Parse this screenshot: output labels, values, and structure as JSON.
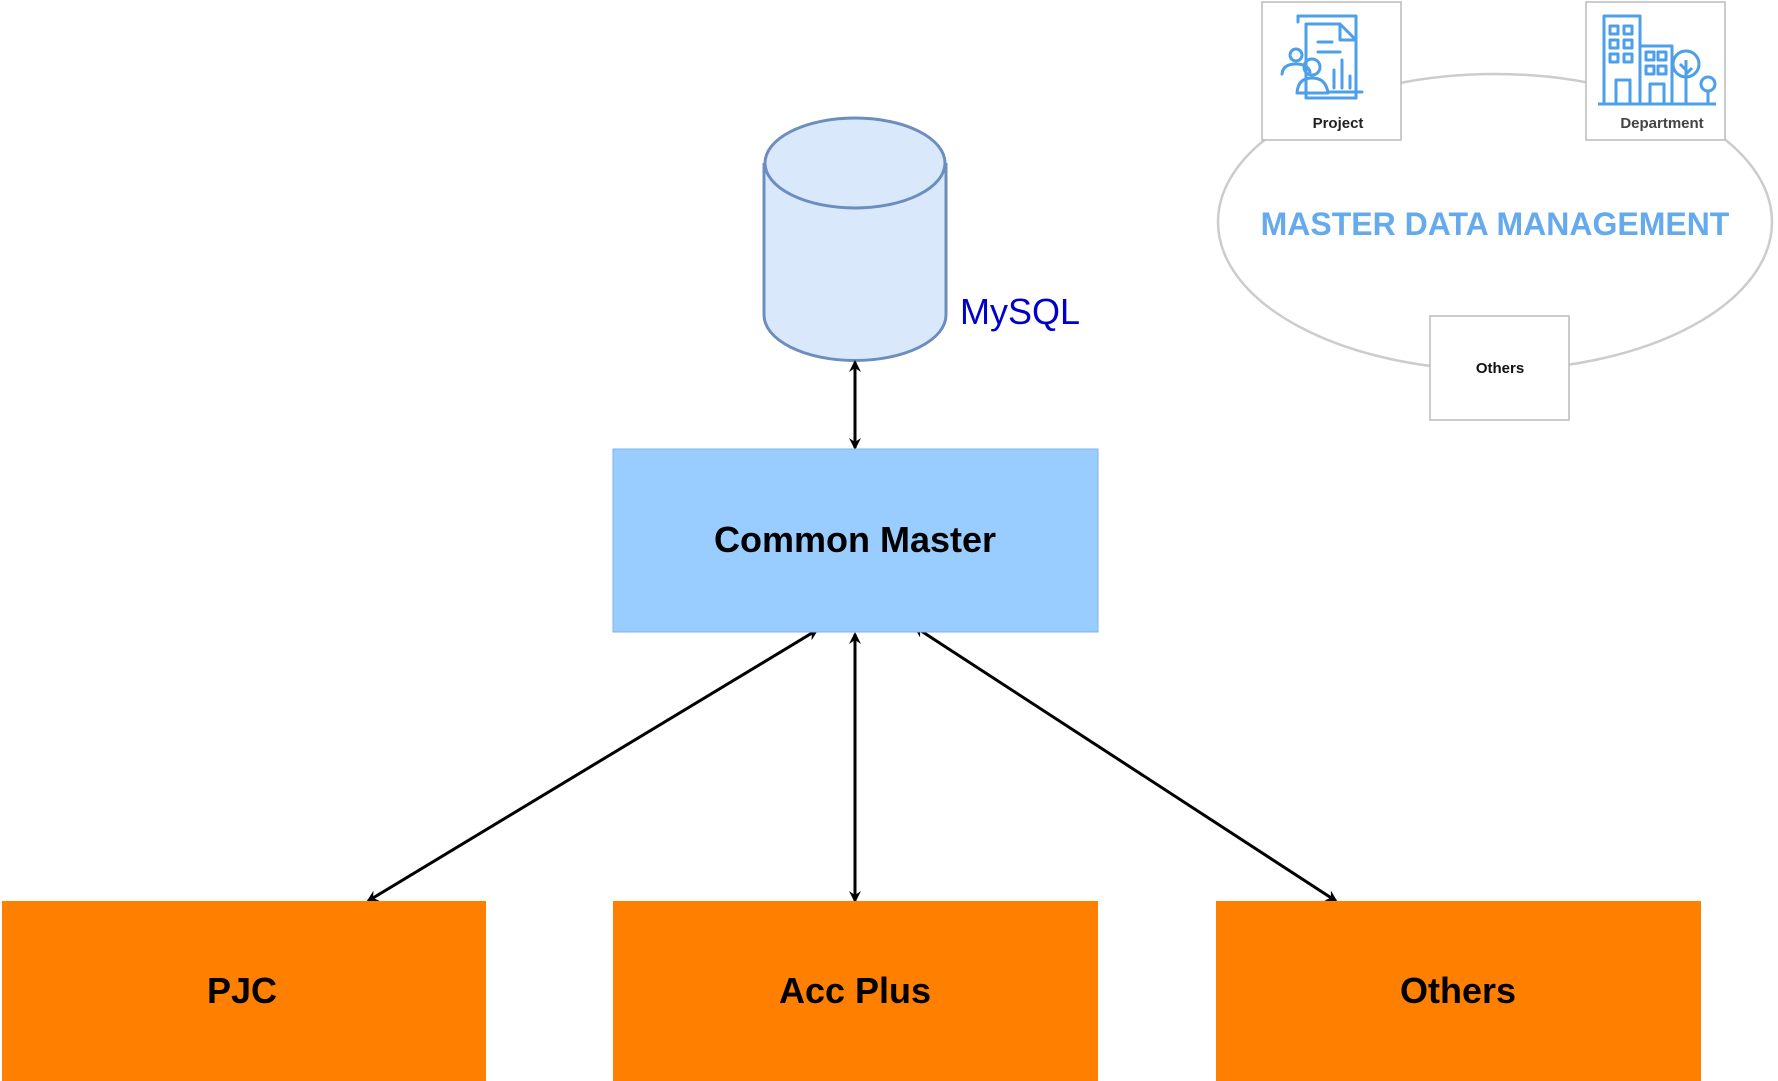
{
  "database": {
    "label": "MySQL"
  },
  "hub": {
    "label": "Common Master"
  },
  "consumers": [
    {
      "label": "PJC"
    },
    {
      "label": "Acc Plus"
    },
    {
      "label": "Others"
    }
  ],
  "mdm": {
    "title": "MASTER DATA MANAGEMENT",
    "items": [
      {
        "label": "Project",
        "icon": "project-report-icon"
      },
      {
        "label": "Department",
        "icon": "department-building-icon"
      },
      {
        "label": "Others",
        "icon": ""
      }
    ]
  },
  "colors": {
    "hub_fill": "#99ccff",
    "consumer_fill": "#ff8000",
    "db_fill": "#dae8fc",
    "db_stroke": "#6c8ebf",
    "mysql_text": "#0000cc",
    "mdm_title": "#66aaee",
    "icon_stroke": "#4d9fe8",
    "ellipse_stroke": "#cccccc"
  }
}
